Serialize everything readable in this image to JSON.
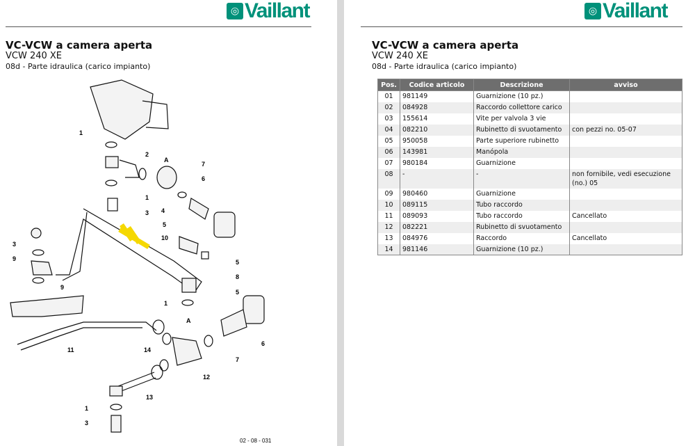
{
  "brand": "Vaillant",
  "title": "VC-VCW a camera aperta",
  "model": "VCW 240 XE",
  "section": "08d - Parte idraulica (carico impianto)",
  "drawing_code": "02 - 08 - 031",
  "callouts": [
    "1",
    "2",
    "A",
    "7",
    "6",
    "1",
    "4",
    "3",
    "5",
    "10",
    "3",
    "9",
    "5",
    "8",
    "9",
    "1",
    "A",
    "5",
    "6",
    "11",
    "14",
    "7",
    "12",
    "13",
    "1",
    "3"
  ],
  "table": {
    "headers": [
      "Pos.",
      "Codice articolo",
      "Descrizione",
      "avviso"
    ],
    "rows": [
      [
        "01",
        "981149",
        "Guarnizione (10 pz.)",
        ""
      ],
      [
        "02",
        "084928",
        "Raccordo collettore carico",
        ""
      ],
      [
        "03",
        "155614",
        "Vite per valvola 3 vie",
        ""
      ],
      [
        "04",
        "082210",
        "Rubinetto di svuotamento",
        "con pezzi no. 05-07"
      ],
      [
        "05",
        "950058",
        "Parte superiore rubinetto",
        ""
      ],
      [
        "06",
        "143981",
        "Manópola",
        ""
      ],
      [
        "07",
        "980184",
        "Guarnizione",
        ""
      ],
      [
        "08",
        "-",
        "-",
        "non fornibile, vedi esecuzione (no.) 05"
      ],
      [
        "09",
        "980460",
        "Guarnizione",
        ""
      ],
      [
        "10",
        "089115",
        "Tubo raccordo",
        ""
      ],
      [
        "11",
        "089093",
        "Tubo raccordo",
        "Cancellato"
      ],
      [
        "12",
        "082221",
        "Rubinetto di svuotamento",
        ""
      ],
      [
        "13",
        "084976",
        "Raccordo",
        "Cancellato"
      ],
      [
        "14",
        "981146",
        "Guarnizione (10 pz.)",
        ""
      ]
    ]
  }
}
